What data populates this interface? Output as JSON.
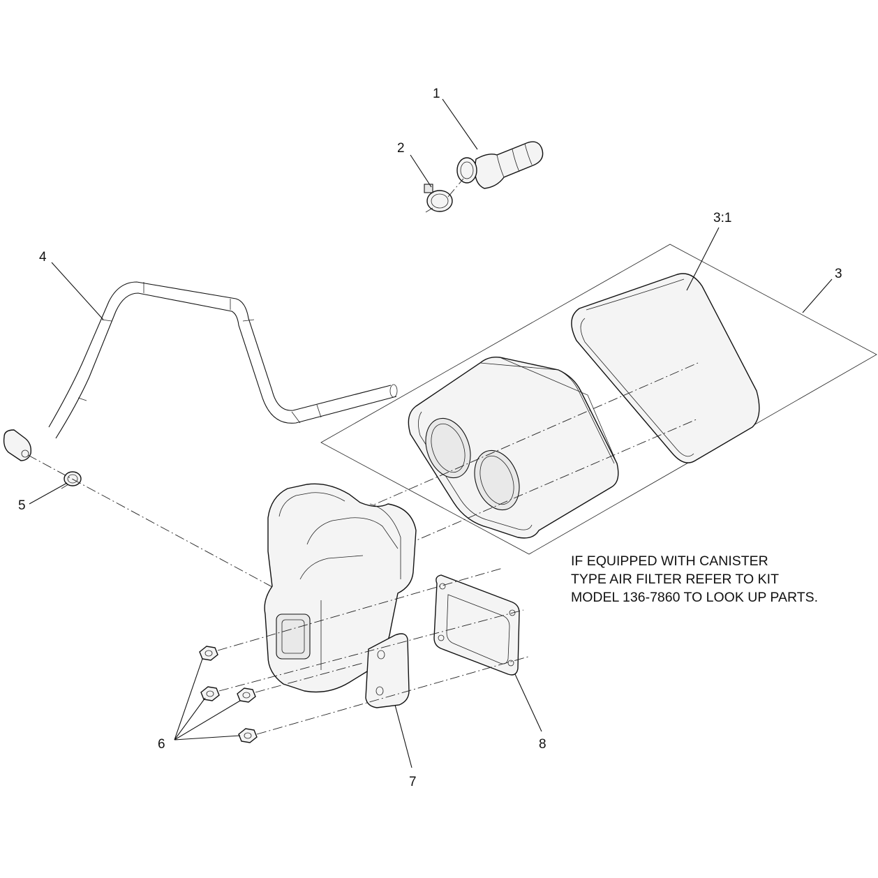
{
  "callouts": {
    "c1": "1",
    "c2": "2",
    "c3": "3",
    "c3_1": "3:1",
    "c4": "4",
    "c5": "5",
    "c6": "6",
    "c7": "7",
    "c8": "8"
  },
  "note": {
    "line1": "IF EQUIPPED WITH CANISTER",
    "line2": "TYPE AIR FILTER REFER TO KIT",
    "line3": "MODEL 136-7860 TO LOOK UP PARTS."
  }
}
